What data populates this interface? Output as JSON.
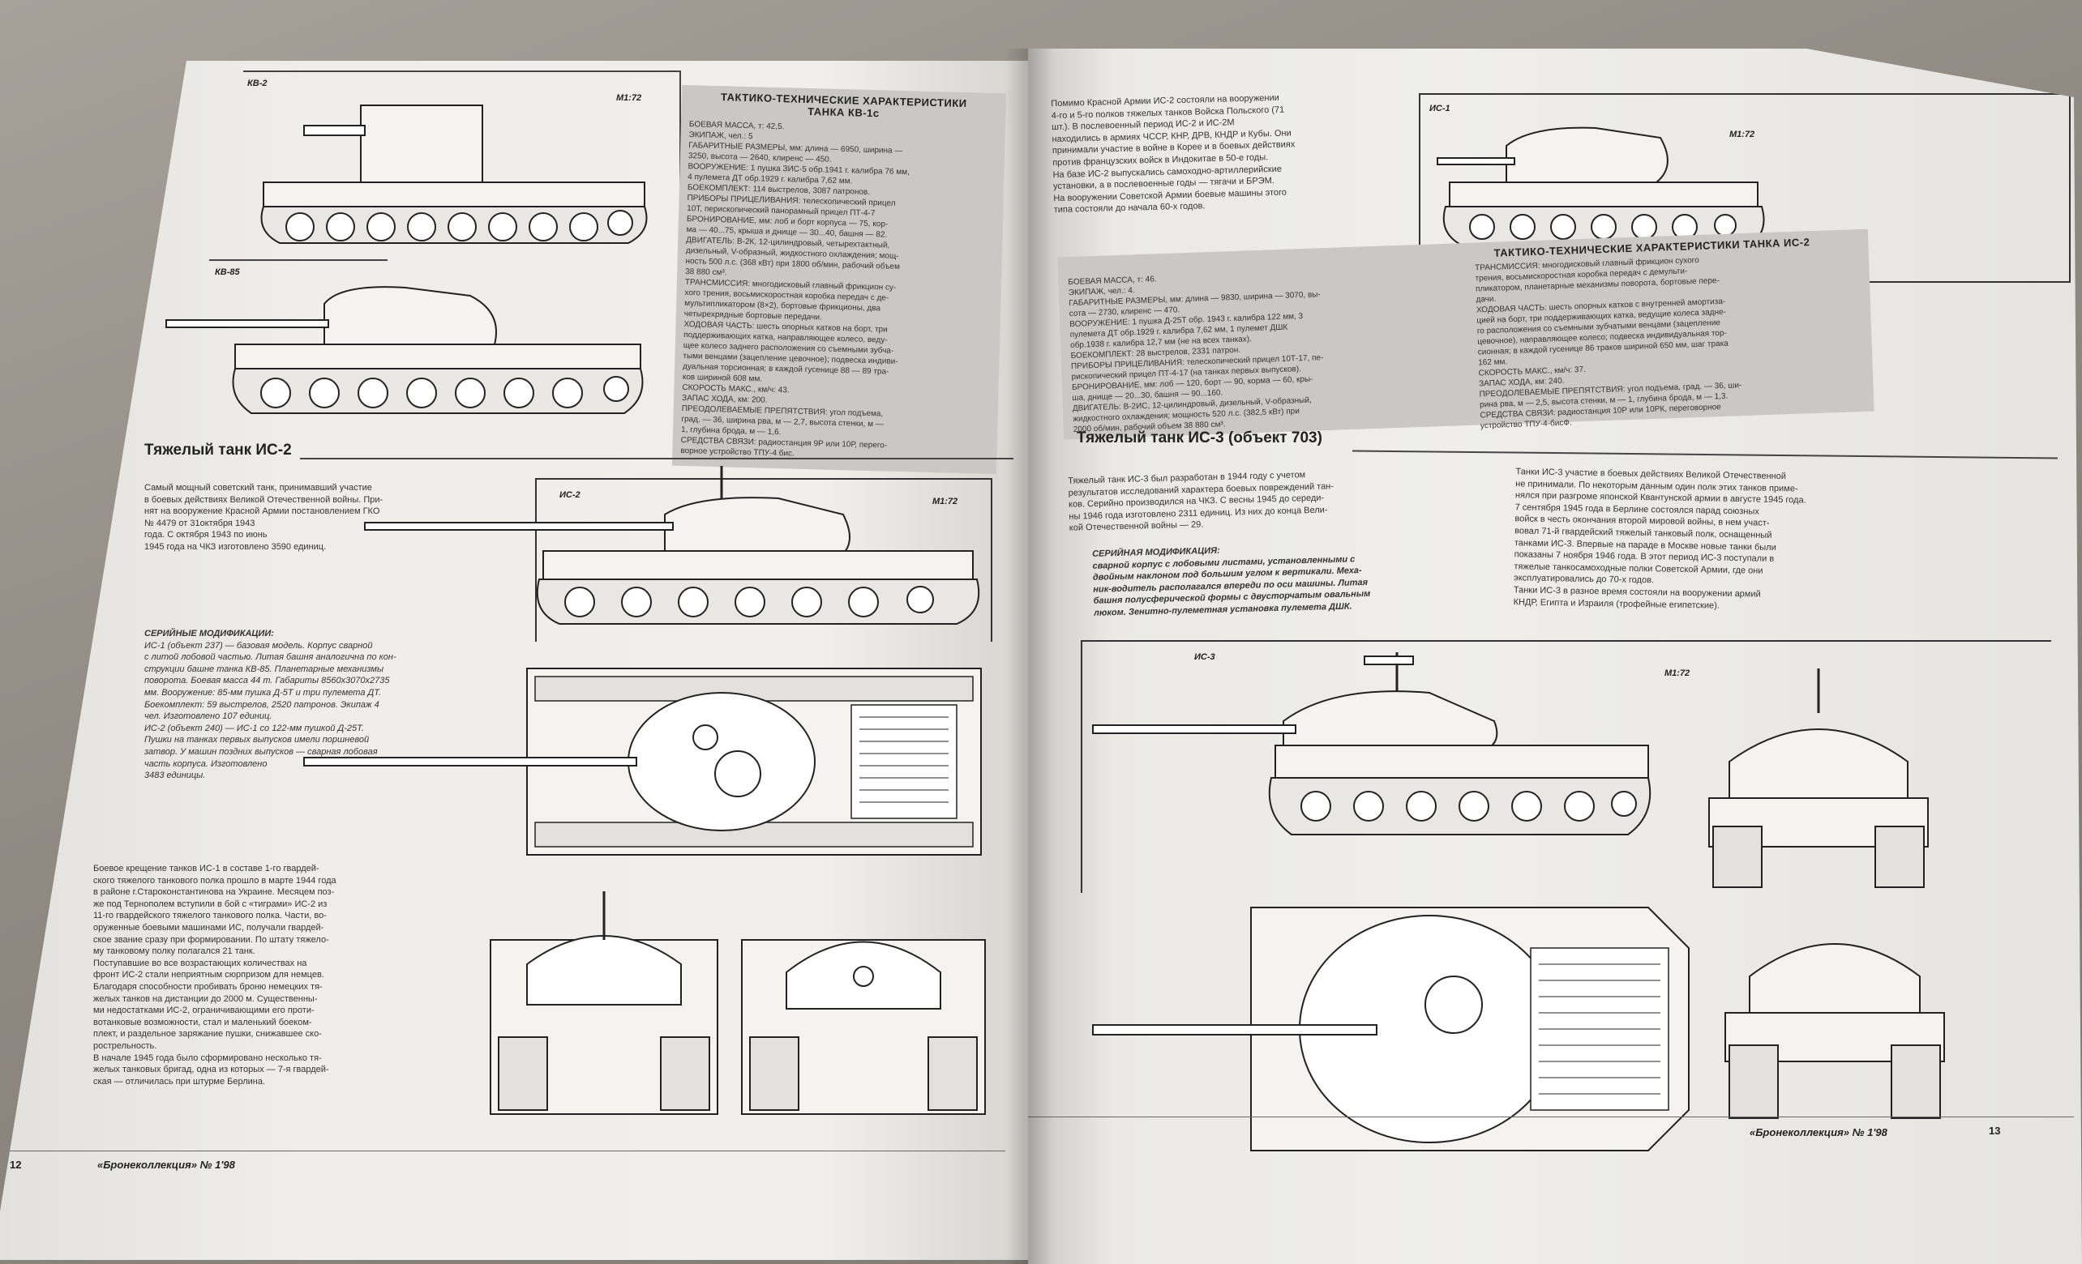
{
  "left_page": {
    "kv2_label": "КВ-2",
    "kv2_scale": "М1:72",
    "kv85_label": "КВ-85",
    "spec_title_line1": "ТАКТИКО-ТЕХНИЧЕСКИЕ ХАРАКТЕРИСТИКИ",
    "spec_title_line2": "ТАНКА КВ-1с",
    "spec_lines": [
      "БОЕВАЯ МАССА, т: 42,5.",
      "ЭКИПАЖ, чел.: 5",
      "ГАБАРИТНЫЕ РАЗМЕРЫ, мм: длина — 6950, ширина —",
      "3250, высота — 2640, клиренс — 450.",
      "ВООРУЖЕНИЕ: 1 пушка ЗИС-5 обр.1941 г. калибра 76 мм,",
      "4 пулемета ДТ обр.1929 г. калибра 7,62 мм.",
      "БОЕКОМПЛЕКТ: 114 выстрелов, 3087 патронов.",
      "ПРИБОРЫ ПРИЦЕЛИВАНИЯ: телескопический прицел",
      "10Т, перископический панорамный прицел ПТ-4-7",
      "БРОНИРОВАНИЕ, мм: лоб и борт корпуса — 75, кор-",
      "ма — 40...75, крыша и днище — 30...40, башня — 82.",
      "ДВИГАТЕЛЬ: В-2К, 12-цилиндровый, четырехтактный,",
      "дизельный, V-образный, жидкостного охлаждения; мощ-",
      "ность 500 л.с. (368 кВт) при 1800 об/мин, рабочий объем",
      "38 880 см³.",
      "ТРАНСМИССИЯ: многодисковый главный фрикцион су-",
      "хого трения, восьмискоростная коробка передач с де-",
      "мультипликатором (8×2), бортовые фрикционы, два",
      "четырехрядные бортовые передачи.",
      "ХОДОВАЯ ЧАСТЬ: шесть опорных катков на борт, три",
      "поддерживающих катка, направляющее колесо, веду-",
      "щее колесо заднего расположения со съемными зубча-",
      "тыми венцами (зацепление цевочное); подвеска индиви-",
      "дуальная торсионная; в каждой гусенице 88 — 89 тра-",
      "ков шириной 608 мм.",
      "СКОРОСТЬ МАКС., км/ч: 43.",
      "ЗАПАС ХОДА, км: 200.",
      "ПРЕОДОЛЕВАЕМЫЕ ПРЕПЯТСТВИЯ: угол подъема,",
      "град. — 36, ширина рва, м — 2,7, высота стенки, м —",
      "1, глубина брода, м — 1,6.",
      "СРЕДСТВА СВЯЗИ: радиостанция 9Р или 10Р, перего-",
      "ворное устройство ТПУ-4 бис."
    ],
    "heading": "Тяжелый танк ИС-2",
    "is2_label": "ИС-2",
    "is2_scale": "М1:72",
    "intro_lines": [
      "Самый мощный советский танк, принимавший участие",
      "в боевых действиях Великой Отечественной войны. При-",
      "нят на вооружение Красной Армии постановлением ГКО",
      "№ 4479 от 31октября 1943",
      "года. С октября 1943 по июнь",
      "1945 года на ЧКЗ изготовлено 3590 единиц."
    ],
    "mods_heading": "СЕРИЙНЫЕ МОДИФИКАЦИИ:",
    "mods_lines": [
      "ИС-1 (объект 237) — базовая модель. Корпус сварной",
      "с литой лобовой частью. Литая башня аналогична по кон-",
      "струкции башне танка КВ-85. Планетарные механизмы",
      "поворота. Боевая масса 44 т. Габариты 8560х3070х2735",
      "мм. Вооружение: 85-мм пушка Д-5Т и три пулемета ДТ.",
      "Боекомплект: 59 выстрелов, 2520 патронов. Экипаж 4",
      "чел. Изготовлено 107 единиц.",
      "ИС-2 (объект 240) — ИС-1 со 122-мм пушкой Д-25Т.",
      "Пушки на танках первых выпусков имели поршневой",
      "затвор. У машин поздних выпусков — сварная лобовая",
      "часть корпуса. Изготовлено",
      "3483 единицы."
    ],
    "body_lines": [
      "Боевое крещение танков ИС-1 в составе 1-го гвардей-",
      "ского тяжелого танкового полка прошло в марте 1944 года",
      "в районе г.Староконстантинова на Украине. Месяцем поз-",
      "же под Тернополем вступили в бой с «тиграми» ИС-2 из",
      "11-го гвардейского тяжелого танкового полка. Части, во-",
      "оруженные боевыми машинами ИС, получали гвардей-",
      "ское звание сразу при формировании. По штату тяжело-",
      "му танковому полку полагался 21 танк.",
      "Поступавшие во все возрастающих количествах на",
      "фронт ИС-2 стали неприятным сюрпризом для немцев.",
      "Благодаря способности пробивать броню немецких тя-",
      "желых танков на дистанции до 2000 м. Существенны-",
      "ми недостатками ИС-2, ограничивающими его проти-",
      "вотанковые возможности, стал и маленький боеком-",
      "плект, и раздельное заряжание пушки, снижавшее ско-",
      "рострельность.",
      "В начале 1945 года было сформировано несколько тя-",
      "желых танковых бригад, одна из которых — 7-я гвардей-",
      "ская — отличилась при штурме Берлина."
    ],
    "page_number": "12",
    "footer_title": "«Бронеколлекция» № 1'98"
  },
  "right_page": {
    "intro_lines": [
      "Помимо Красной Армии ИС-2 состояли на вооружении",
      "4-го и 5-го полков тяжелых танков Войска Польского (71",
      "шт.). В послевоенный период ИС-2 и ИС-2М",
      "находились в армиях ЧССР, КНР, ДРВ, КНДР и Кубы. Они",
      "принимали участие в войне в Корее и в боевых действиях",
      "против французских войск в Индокитае в 50-е годы.",
      "На базе ИС-2 выпускались самоходно-артиллерийские",
      "установки, а в послевоенные годы — тягачи и БРЭМ.",
      "На вооружении Советской Армии боевые машины этого",
      "типа состояли до начала 60-х годов."
    ],
    "is1_label": "ИС-1",
    "is1_scale": "М1:72",
    "spec_title": "ТАКТИКО-ТЕХНИЧЕСКИЕ ХАРАКТЕРИСТИКИ ТАНКА ИС-2",
    "spec_left_lines": [
      "БОЕВАЯ МАССА, т: 46.",
      "ЭКИПАЖ, чел.: 4.",
      "ГАБАРИТНЫЕ РАЗМЕРЫ, мм: длина — 9830, ширина — 3070, вы-",
      "сота — 2730, клиренс — 470.",
      "ВООРУЖЕНИЕ: 1 пушка Д-25Т обр. 1943 г. калибра 122 мм, 3",
      "пулемета ДТ обр.1929 г. калибра 7,62 мм, 1 пулемет ДШК",
      "обр.1938 г. калибра 12,7 мм (не на всех танках).",
      "БОЕКОМПЛЕКТ: 28 выстрелов, 2331 патрон.",
      "ПРИБОРЫ ПРИЦЕЛИВАНИЯ: телескопический прицел 10Т-17, пе-",
      "рископический прицел ПТ-4-17 (на танках первых выпусков).",
      "БРОНИРОВАНИЕ, мм: лоб — 120, борт — 90, корма — 60, кры-",
      "ша, днище — 20...30, башня — 90...160.",
      "ДВИГАТЕЛЬ: В-2ИС, 12-цилиндровый, дизельный, V-образный,",
      "жидкостного охлаждения; мощность 520 л.с. (382,5 кВт) при",
      "2000 об/мин, рабочий объем 38 880 см³."
    ],
    "spec_right_lines": [
      "ТРАНСМИССИЯ: многодисковый главный фрикцион сухого",
      "трения, восьмискоростная коробка передач с демульти-",
      "пликатором, планетарные механизмы поворота, бортовые пере-",
      "дачи.",
      "ХОДОВАЯ ЧАСТЬ: шесть опорных катков с внутренней амортиза-",
      "цией на борт, три поддерживающих катка, ведущие колеса задне-",
      "го расположения со съемными зубчатыми венцами (зацепление",
      "цевочное), направляющее колесо; подвеска индивидуальная тор-",
      "сионная; в каждой гусенице 86 траков шириной 650 мм, шаг трака",
      "162 мм.",
      "СКОРОСТЬ МАКС., км/ч: 37.",
      "ЗАПАС ХОДА, км: 240.",
      "ПРЕОДОЛЕВАЕМЫЕ ПРЕПЯТСТВИЯ: угол подъема, град. — 36, ши-",
      "рина рва, м — 2,5, высота стенки, м — 1, глубина брода, м — 1,3.",
      "СРЕДСТВА СВЯЗИ: радиостанция 10Р или 10РК, переговорное",
      "устройство ТПУ-4-бисФ."
    ],
    "heading": "Тяжелый танк ИС-3 (объект 703)",
    "is3_left_lines": [
      "Тяжелый танк ИС-3 был разработан в 1944 году с учетом",
      "результатов исследований характера боевых повреждений тан-",
      "ков. Серийно производился на ЧКЗ. С весны 1945 до середи-",
      "ны 1946 года изготовлено 2311 единиц. Из них до конца Вели-",
      "кой Отечественной войны — 29."
    ],
    "mods_heading": "СЕРИЙНАЯ МОДИФИКАЦИЯ:",
    "mods_lines": [
      "сварной корпус с лобовыми листами, установленными с",
      "двойным наклоном под большим углом к вертикали. Меха-",
      "ник-водитель располагался впереди по оси машины. Литая",
      "башня полусферической формы с двусторчатым овальным",
      "люком. Зенитно-пулеметная установка пулемета ДШК."
    ],
    "is3_right_lines": [
      "Танки ИС-3 участие в боевых действиях Великой Отечественной",
      "не принимали. По некоторым данным один полк этих танков приме-",
      "нялся при разгроме японской Квантунской армии в августе 1945 года.",
      "7 сентября 1945 года в Берлине состоялся парад союзных",
      "войск в честь окончания второй мировой войны, в нем участ-",
      "вовал 71-й гвардейский тяжелый танковый полк, оснащенный",
      "танками ИС-3. Впервые на параде в Москве новые танки были",
      "показаны 7 ноября 1946 года. В этот период ИС-3 поступали в",
      "тяжелые танкосамоходные полки Советской Армии, где они",
      "эксплуатировались до 70-х годов.",
      "Танки ИС-3 в разное время состояли на вооружении армий",
      "КНДР, Египта и Израиля (трофейные египетские)."
    ],
    "is3_label": "ИС-3",
    "is3_scale": "М1:72",
    "footer_title": "«Бронеколлекция» № 1'98",
    "page_number": "13"
  }
}
